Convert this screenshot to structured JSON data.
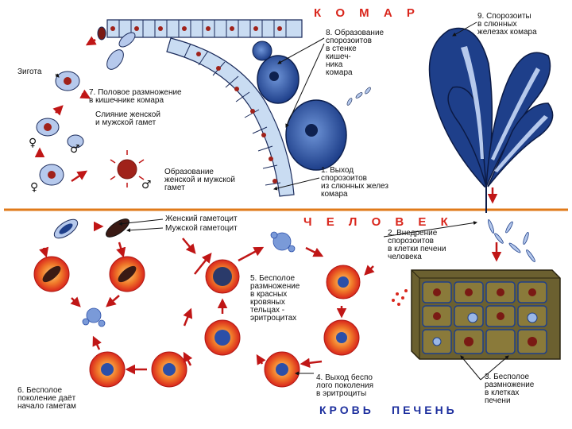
{
  "titles": {
    "mosquito": "К О М А Р",
    "human": "Ч Е Л О В Е К",
    "bottom_left": "КРОВЬ",
    "bottom_right": "ПЕЧЕНЬ"
  },
  "labels": {
    "zygote": "Зигота",
    "stage1": "1. Выход\nспорозоитов\nиз слюнных желез\nкомара",
    "stage2": "2. Внедрение\nспорозоитов\nв клетки печени\nчеловека",
    "stage3": "3. Бесполое\nразмножение\nв клетках\nпечени",
    "stage4": "4. Выход беспо\nлого поколения\nв эритроциты",
    "stage5": "5. Бесполое\nразмножение\nв красных\nкровяных\nтельцах -\nэритроцитах",
    "stage6": "6. Бесполое\nпоколение даёт\nначало гаметам",
    "stage7": "7. Половое размножение\nв кишечнике комара",
    "stage8": "8. Образование\nспорозоитов\nв стенке\nкишеч-\nника\nкомара",
    "stage9": "9. Спорозоиты\nв слюнных\nжелезах комара",
    "fusion": "Слияние женской\nи мужской гамет",
    "gamete_formation": "Образование\nженской и мужской\nгамет",
    "female_gametocyte": "Женский гаметоцит",
    "male_gametocyte": "Мужской гаметоцит"
  },
  "symbols": {
    "female": "♀",
    "male": "♂"
  },
  "colors": {
    "title_red": "#d9261c",
    "divider": "#e07a1a",
    "gut_wall": "#c9dcf2",
    "gland": "#1e3f8a",
    "erythrocyte": "#e03a1e",
    "nucleus": "#2b4fa8",
    "liver": "#6b6030",
    "arrow": "#c01616",
    "bottom_text": "#1d2f9e"
  },
  "icons": [
    "erythrocyte-icon",
    "sporozoite-icon",
    "gametocyte-icon",
    "oocyst-icon",
    "salivary-gland-icon",
    "liver-tissue-icon",
    "arrow-icon"
  ]
}
